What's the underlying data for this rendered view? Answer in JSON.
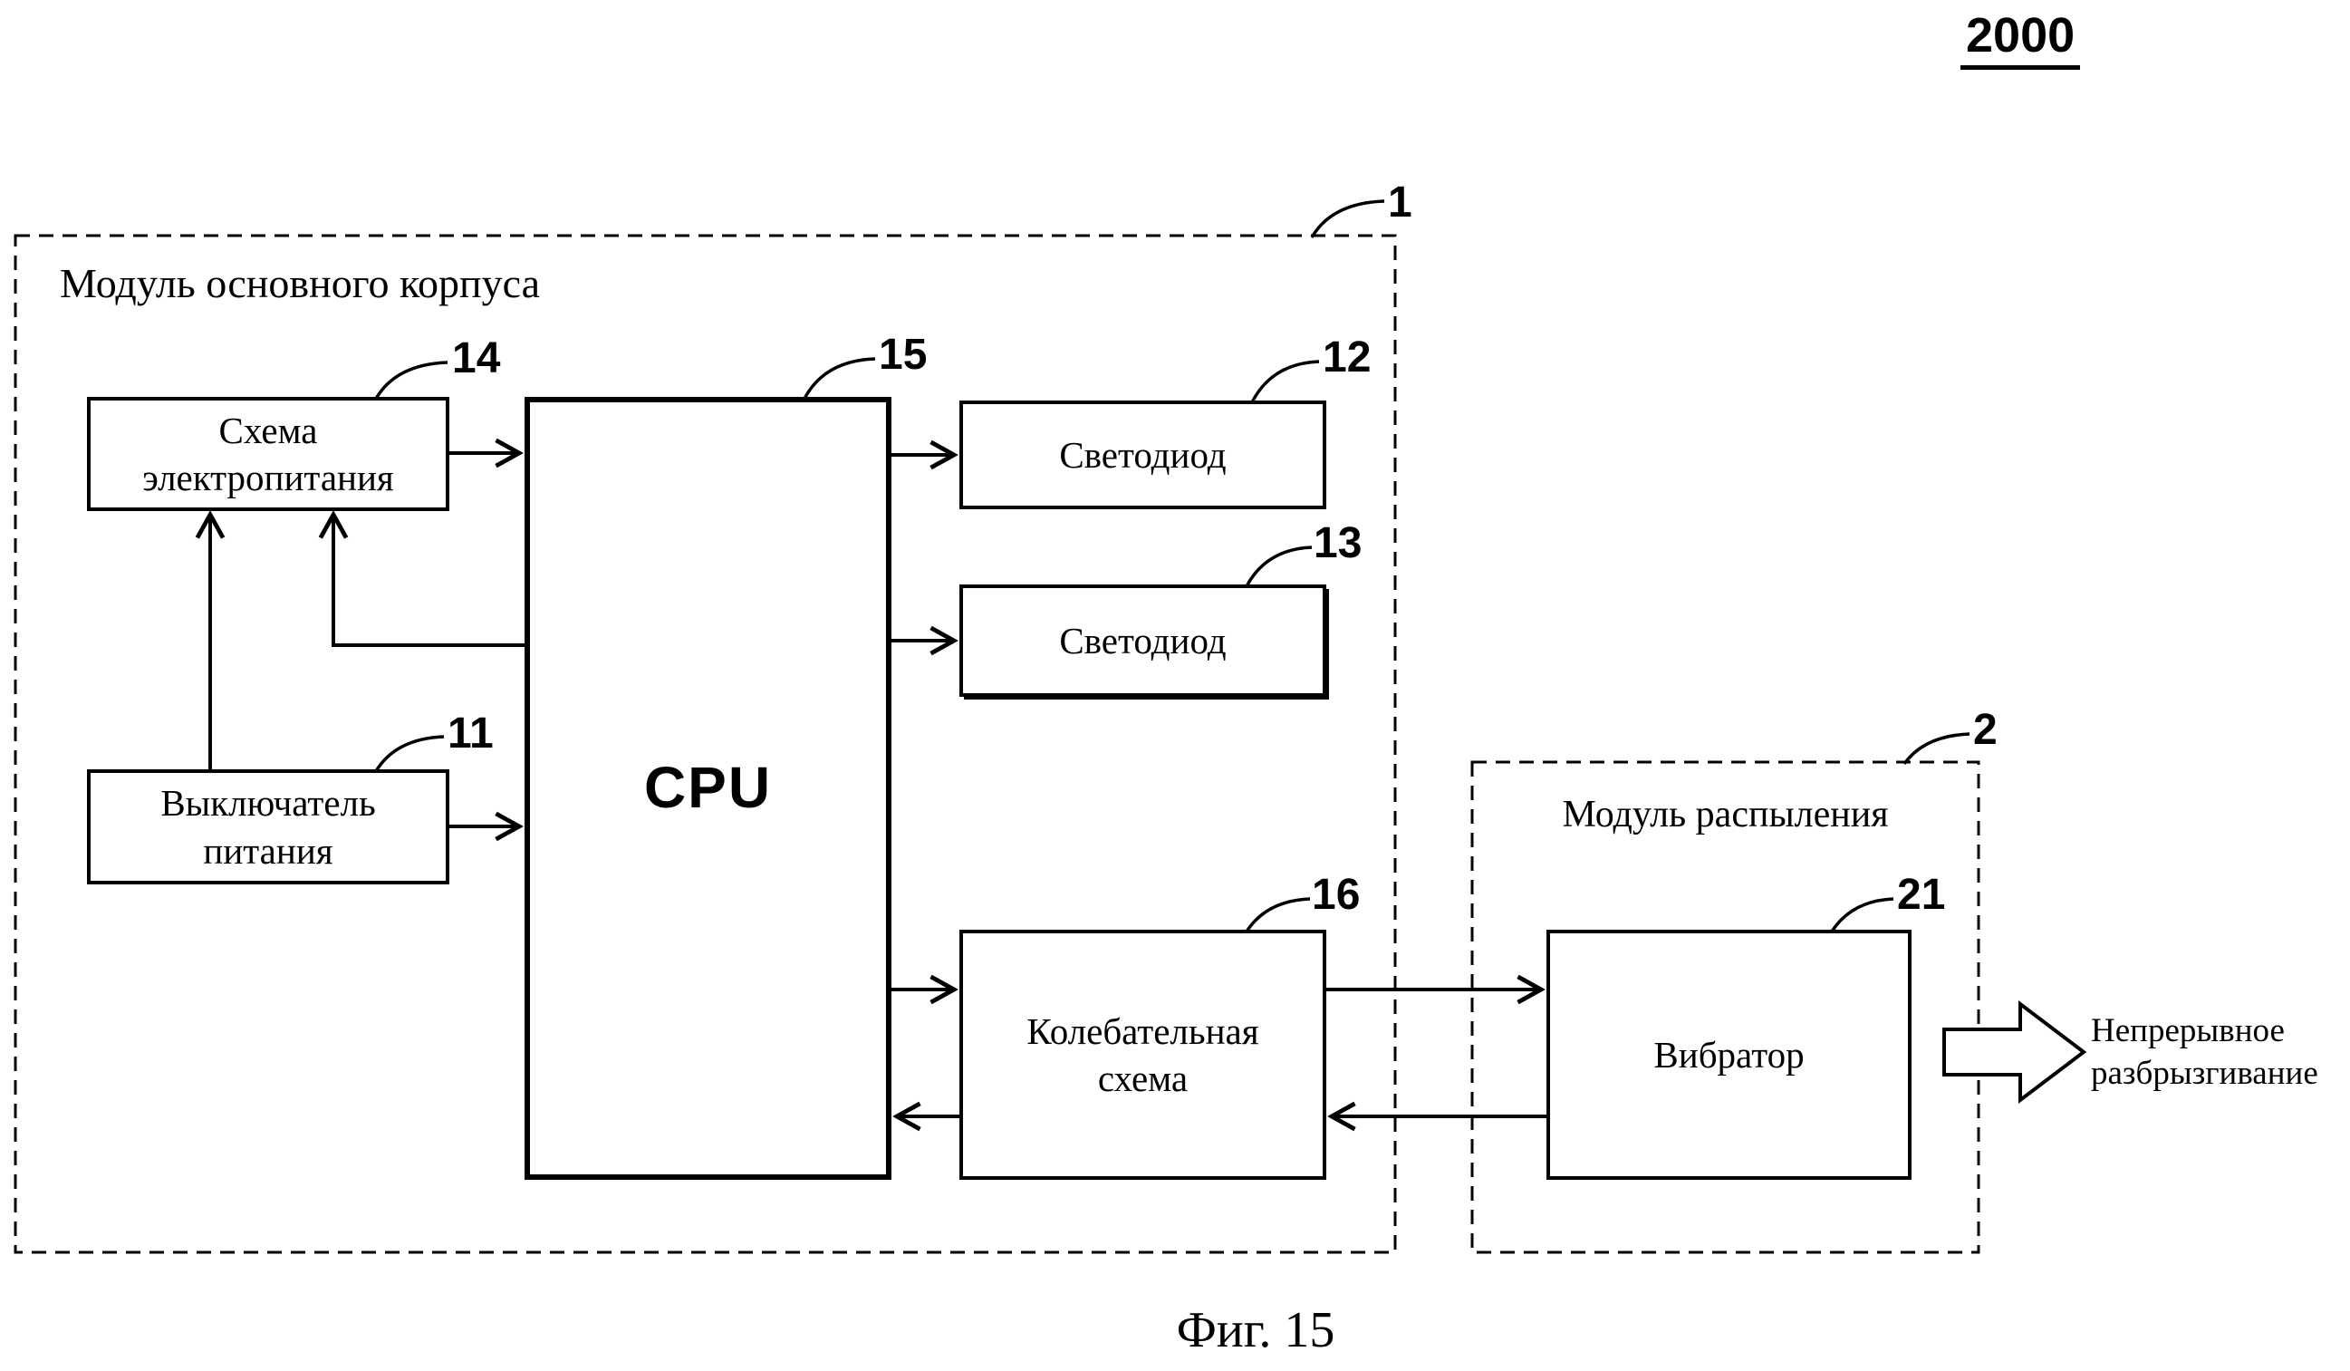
{
  "figure": {
    "number_label": "2000",
    "caption": "Фиг. 15"
  },
  "colors": {
    "ink": "#000000",
    "background": "#ffffff"
  },
  "module_main": {
    "label": "Модуль основного корпуса",
    "ref": "1"
  },
  "module_spray": {
    "label": "Модуль распыления",
    "ref": "2"
  },
  "blocks": {
    "power_circuit": {
      "line1": "Схема",
      "line2": "электропитания",
      "ref": "14"
    },
    "power_switch": {
      "line1": "Выключатель",
      "line2": "питания",
      "ref": "11"
    },
    "cpu": {
      "label": "CPU",
      "ref": "15"
    },
    "led_top": {
      "label": "Светодиод",
      "ref": "12"
    },
    "led_bottom": {
      "label": "Светодиод",
      "ref": "13"
    },
    "oscillator": {
      "line1": "Колебательная",
      "line2": "схема",
      "ref": "16"
    },
    "vibrator": {
      "label": "Вибратор",
      "ref": "21"
    }
  },
  "output_arrow": {
    "line1": "Непрерывное",
    "line2": "разбрызгивание"
  }
}
